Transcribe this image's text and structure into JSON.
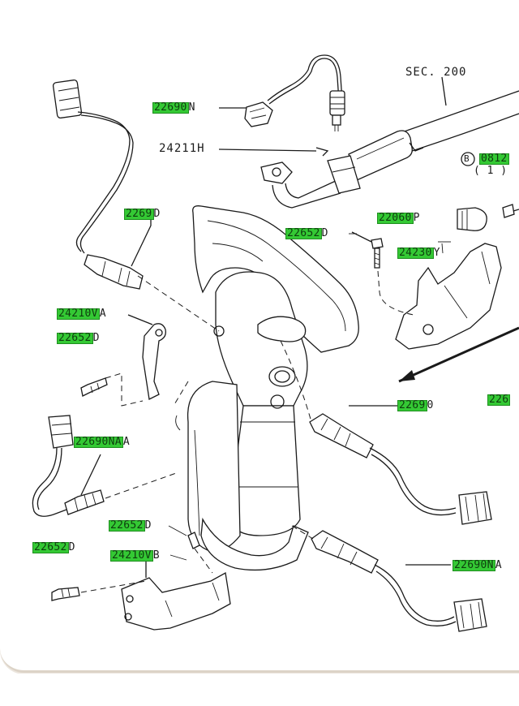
{
  "labels": {
    "sec": "SEC. 200",
    "part_24211h": "24211H",
    "bolt_b": "B",
    "bolt_b_qty": "( 1 )"
  },
  "callouts": [
    {
      "code": "22690",
      "suffix": "N",
      "name": "callout-22690n"
    },
    {
      "code": "2269",
      "suffix": "D",
      "name": "callout-22690-upper"
    },
    {
      "code": "0812",
      "suffix": "",
      "name": "callout-0812"
    },
    {
      "code": "22060",
      "suffix": "P",
      "name": "callout-22060p"
    },
    {
      "code": "22652",
      "suffix": "D",
      "name": "callout-22652d-top"
    },
    {
      "code": "24230",
      "suffix": "Y",
      "name": "callout-24230y"
    },
    {
      "code": "24210V",
      "suffix": "A",
      "name": "callout-24210va"
    },
    {
      "code": "22652",
      "suffix": "D",
      "name": "callout-22652d-left"
    },
    {
      "code": "22690NA",
      "suffix": "A",
      "name": "callout-22690na-left"
    },
    {
      "code": "2269",
      "suffix": "0",
      "name": "callout-22690-right"
    },
    {
      "code": "226",
      "suffix": "",
      "name": "callout-226-edge"
    },
    {
      "code": "22652",
      "suffix": "D",
      "name": "callout-22652d-center"
    },
    {
      "code": "22652",
      "suffix": "D",
      "name": "callout-22652d-lowleft"
    },
    {
      "code": "24210V",
      "suffix": "B",
      "name": "callout-24210vb"
    },
    {
      "code": "22690N",
      "suffix": "A",
      "name": "callout-22690na-right"
    }
  ],
  "colors": {
    "highlight": "#34c934",
    "line": "#1a1a1a",
    "frame": "#dcd3c7"
  }
}
